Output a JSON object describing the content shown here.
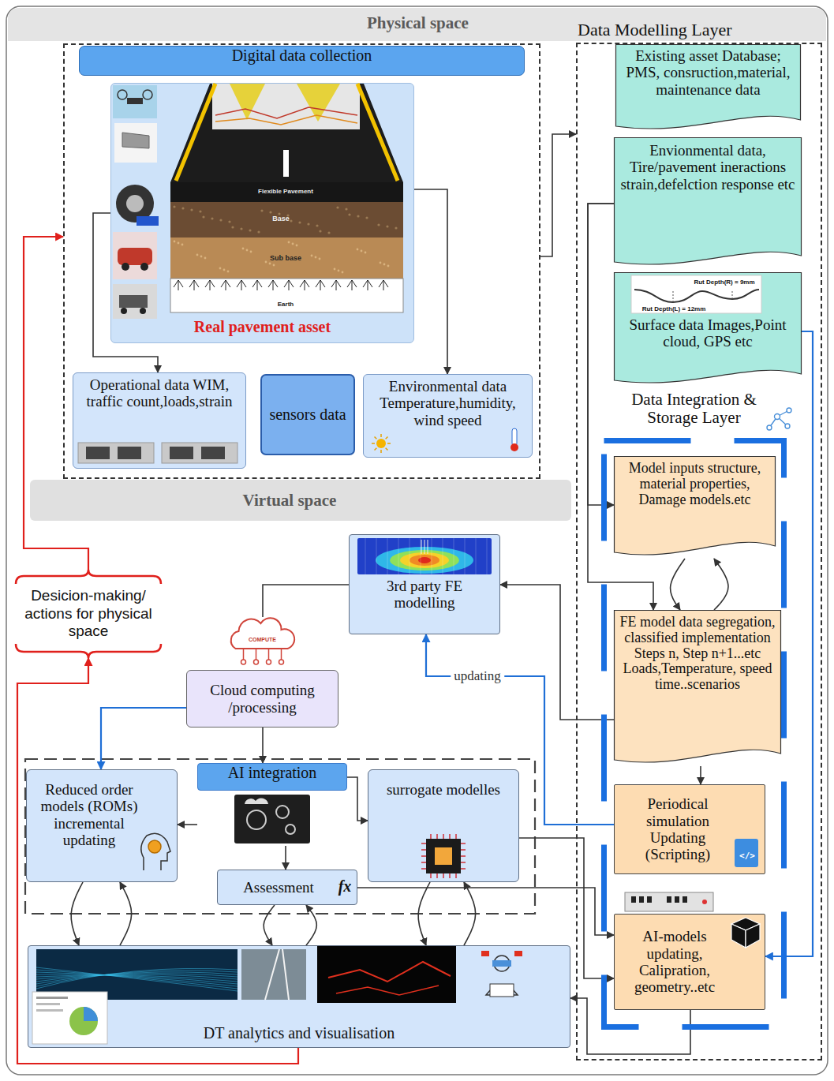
{
  "diagram": {
    "nodes": [
      {
        "text": [
          "Physical space"
        ]
      },
      {
        "text": [
          "Digital data collection"
        ]
      },
      {
        "text": [
          "Real pavement asset"
        ],
        "in": 1
      },
      {
        "text": [
          "Operational data WIM, traffic count,loads,strain"
        ],
        "in": 1
      },
      {
        "text": [
          "sensors data"
        ],
        "in": 1
      },
      {
        "text": [
          "Environmental data Temperature,humidity, wind speed"
        ],
        "in": 1
      },
      {
        "text": [
          "Data Modelling Layer"
        ]
      },
      {
        "text": [
          "Existing asset Database; PMS, consruction,material, maintenance data"
        ],
        "in": 6
      },
      {
        "text": [
          "Envionmental data, Tire/pavement ineractions strain,defelction response etc"
        ],
        "in": 6
      },
      {
        "text": [
          "Surface data Images,Point cloud, GPS etc"
        ],
        "in": 6
      },
      {
        "text": [
          "Data Integration & Storage Layer"
        ],
        "in": 6
      },
      {
        "text": [
          "Model inputs structure, material properties, Damage models.etc"
        ],
        "in": 10
      },
      {
        "text": [
          "FE model data segregation, classified implementation Steps n, Step n+1...etc Loads,Temperature, speed time..scenarios"
        ],
        "in": 10
      },
      {
        "text": [
          "Periodical simulation Updating (Scripting)"
        ],
        "in": 10
      },
      {
        "text": [
          "AI-models updating, Calipration, geometry..etc"
        ],
        "in": 10
      },
      {
        "text": [
          "Virtual space"
        ]
      },
      {
        "text": [
          "Desicion-making/ actions for physical space"
        ]
      },
      {
        "text": [
          "3rd party FE modelling"
        ]
      },
      {
        "text": [
          "Cloud computing /processing"
        ]
      },
      {
        "text": [
          "AI integration"
        ]
      },
      {
        "text": [
          "Reduced order models (ROMs) incremental updating"
        ]
      },
      {
        "text": [
          "surrogate modelles"
        ]
      },
      {
        "text": [
          "Assessment"
        ]
      },
      {
        "text": [
          "DT analytics and visualisation"
        ]
      }
    ],
    "edges": [
      {
        "from": 2,
        "to": 3,
        "arrow": "to"
      },
      {
        "from": 2,
        "to": 5,
        "arrow": "to"
      },
      {
        "from": 1,
        "to": 6,
        "arrow": "to"
      },
      {
        "from": 8,
        "to": 11,
        "arrow": "to"
      },
      {
        "from": 8,
        "to": 12,
        "arrow": "to"
      },
      {
        "from": 11,
        "to": 12,
        "arrow": "to"
      },
      {
        "from": 12,
        "to": 11,
        "arrow": "to"
      },
      {
        "from": 12,
        "to": 17,
        "arrow": "to"
      },
      {
        "from": 12,
        "to": 13,
        "arrow": "to"
      },
      {
        "from": 13,
        "to": 17,
        "arrow": "to",
        "label": "updating"
      },
      {
        "from": 9,
        "to": 14,
        "arrow": "to"
      },
      {
        "from": 17,
        "to": 18,
        "arrow": "none"
      },
      {
        "from": 18,
        "to": 19,
        "arrow": "to"
      },
      {
        "from": 18,
        "to": 20,
        "arrow": "to"
      },
      {
        "from": 19,
        "to": 20,
        "arrow": "to"
      },
      {
        "from": 19,
        "to": 21,
        "arrow": "to"
      },
      {
        "from": 19,
        "to": 22,
        "arrow": "to"
      },
      {
        "from": 21,
        "to": 14,
        "arrow": "to"
      },
      {
        "from": 22,
        "to": 14,
        "arrow": "to"
      },
      {
        "from": 14,
        "to": 23,
        "arrow": "to"
      },
      {
        "from": 20,
        "to": 23,
        "arrow": "to"
      },
      {
        "from": 23,
        "to": 20,
        "arrow": "to"
      },
      {
        "from": 22,
        "to": 23,
        "arrow": "to"
      },
      {
        "from": 23,
        "to": 22,
        "arrow": "to"
      },
      {
        "from": 21,
        "to": 23,
        "arrow": "to"
      },
      {
        "from": 23,
        "to": 21,
        "arrow": "to"
      },
      {
        "from": 23,
        "to": 16,
        "arrow": "to"
      },
      {
        "from": 16,
        "to": 1,
        "arrow": "to"
      }
    ],
    "labels": [
      "Flexible Pavement",
      "Base",
      "Sub base",
      "Earth",
      "Rut Depth(R) = 9mm",
      "Rut Depth(L) = 12mm",
      "COMPUTE",
      "</>",
      "fx"
    ]
  }
}
